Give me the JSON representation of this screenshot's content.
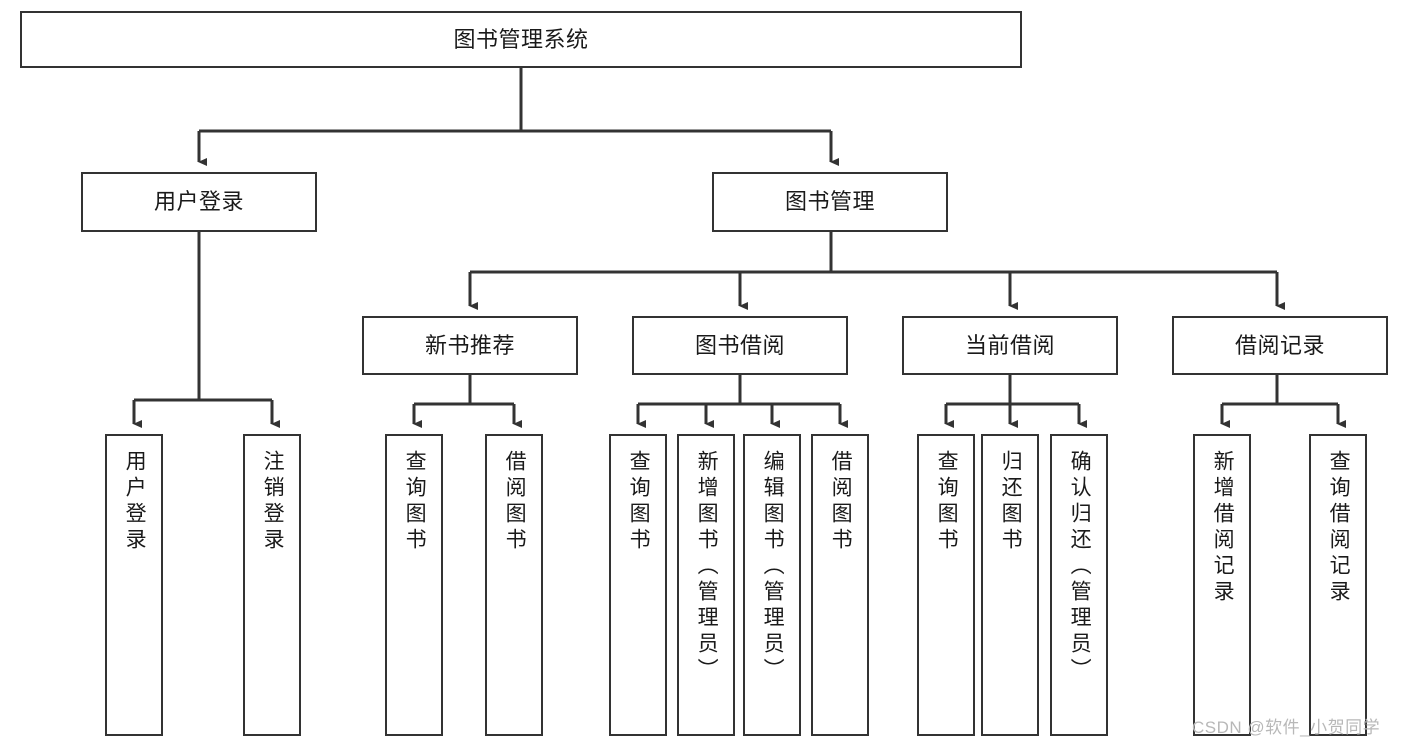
{
  "diagram": {
    "title": "图书管理系统",
    "watermark": "CSDN @软件_小贺同学",
    "root": {
      "label": "图书管理系统"
    },
    "level2": [
      {
        "label": "用户登录"
      },
      {
        "label": "图书管理"
      }
    ],
    "level3": [
      {
        "label": "新书推荐"
      },
      {
        "label": "图书借阅"
      },
      {
        "label": "当前借阅"
      },
      {
        "label": "借阅记录"
      }
    ],
    "leaves": {
      "user_login": [
        {
          "label": "用户登录"
        },
        {
          "label": "注销登录"
        }
      ],
      "new_book_recommend": [
        {
          "label": "查询图书"
        },
        {
          "label": "借阅图书"
        }
      ],
      "book_borrow": [
        {
          "label": "查询图书"
        },
        {
          "label": "新增图书（管理员）"
        },
        {
          "label": "编辑图书（管理员）"
        },
        {
          "label": "借阅图书"
        }
      ],
      "current_borrow": [
        {
          "label": "查询图书"
        },
        {
          "label": "归还图书"
        },
        {
          "label": "确认归还（管理员）"
        }
      ],
      "borrow_record": [
        {
          "label": "新增借阅记录"
        },
        {
          "label": "查询借阅记录"
        }
      ]
    },
    "colors": {
      "stroke": "#333333",
      "text": "#1a1a1a",
      "background": "#ffffff",
      "watermark": "#b8b8b8"
    }
  }
}
